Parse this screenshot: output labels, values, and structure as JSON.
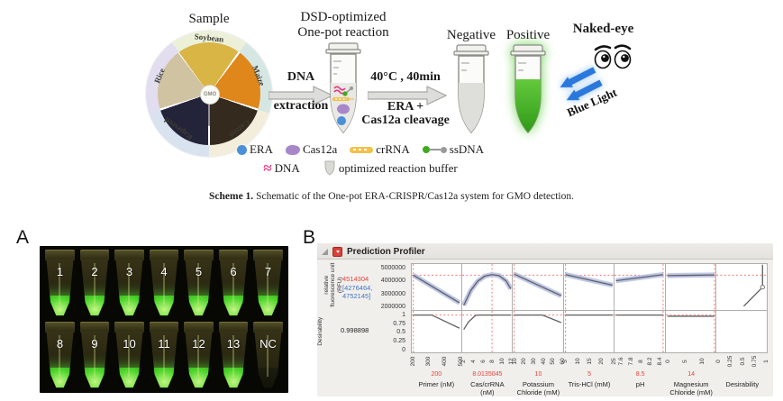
{
  "scheme": {
    "sample_title": "Sample",
    "wheel": {
      "segments": [
        {
          "label": "Soybean"
        },
        {
          "label": "Maize"
        },
        {
          "label": "Cotton"
        },
        {
          "label": "Rapeseed"
        },
        {
          "label": "Rice"
        }
      ],
      "center": "GMO"
    },
    "arrow1": {
      "top": "DNA",
      "bottom": "extraction"
    },
    "onepot": {
      "line1": "DSD-optimized",
      "line2": "One-pot reaction"
    },
    "arrow2": {
      "top": "40°C , 40min",
      "bottom1": "ERA +",
      "bottom2": "Cas12a cleavage"
    },
    "negative_label": "Negative",
    "positive_label": "Positive",
    "naked_eye_label": "Naked-eye",
    "blue_light_label": "Blue Light",
    "legend": {
      "era": "ERA",
      "cas12a": "Cas12a",
      "crrna": "crRNA",
      "ssdna": "ssDNA",
      "dna": "DNA",
      "buffer": "optimized reaction buffer"
    },
    "caption_bold": "Scheme 1.",
    "caption_text": " Schematic of the One-pot ERA-CRISPR/Cas12a system for GMO detection."
  },
  "panel_a": {
    "label": "A",
    "row1": [
      "1",
      "2",
      "3",
      "4",
      "5",
      "6",
      "7"
    ],
    "row2": [
      "8",
      "9",
      "10",
      "11",
      "12",
      "13",
      "NC"
    ]
  },
  "panel_b": {
    "label": "B",
    "title": "Prediction Profiler"
  },
  "chart_data": {
    "type": "line",
    "title": "Prediction Profiler",
    "layout": {
      "grid": "7 factor columns x 2 response rows",
      "crosshairs": "red dotted",
      "ci_band": "blue shaded"
    },
    "response": {
      "label_lines": "relative fluorescence unit (RFU)",
      "predicted": "4514304",
      "ci_line1": "[4276464,",
      "ci_line2": "4752145]",
      "predicted_num": 4514304,
      "yticks": [
        "5000000",
        "4000000",
        "3000000",
        "2000000"
      ],
      "axis_range": [
        1750000,
        5400000
      ]
    },
    "desirability": {
      "label": "Desirability",
      "value": "0.998898",
      "yticks": [
        "1",
        "0.75",
        "0.5",
        "0.25",
        "0"
      ],
      "axis_range": [
        -0.08,
        1.12
      ]
    },
    "factors": [
      {
        "name": "Primer (nM)",
        "current": "200",
        "ticks": [
          "200",
          "300",
          "400",
          "500"
        ],
        "range": [
          200,
          500
        ],
        "rfu_profile": [
          [
            200,
            4520000
          ],
          [
            500,
            2320000
          ]
        ],
        "desir_profile": [
          [
            200,
            1
          ],
          [
            320,
            1
          ],
          [
            500,
            0.62
          ]
        ]
      },
      {
        "name": "Cas/crRNA (nM)",
        "current": "8.0135045",
        "ticks": [
          "2",
          "4",
          "6",
          "8",
          "10",
          "12"
        ],
        "range": [
          2,
          12
        ],
        "rfu_profile": [
          [
            2,
            2120000
          ],
          [
            3.5,
            3300000
          ],
          [
            5,
            4050000
          ],
          [
            6.5,
            4440000
          ],
          [
            8,
            4560000
          ],
          [
            9.5,
            4480000
          ],
          [
            11,
            4060000
          ],
          [
            12,
            3430000
          ]
        ],
        "desir_profile": [
          [
            2,
            0.58
          ],
          [
            3,
            0.8
          ],
          [
            4.5,
            0.99
          ],
          [
            5.5,
            1
          ],
          [
            12,
            1
          ]
        ]
      },
      {
        "name": "Potassium Chloride (mM)",
        "current": "10",
        "ticks": [
          "10",
          "20",
          "30",
          "40",
          "50",
          "60"
        ],
        "range": [
          10,
          60
        ],
        "rfu_profile": [
          [
            10,
            4600000
          ],
          [
            60,
            2880000
          ]
        ],
        "desir_profile": [
          [
            10,
            1
          ],
          [
            40,
            1
          ],
          [
            60,
            0.78
          ]
        ]
      },
      {
        "name": "Tris-HCl (mM)",
        "current": "5",
        "ticks": [
          "5",
          "10",
          "15",
          "20",
          "25"
        ],
        "range": [
          5,
          25
        ],
        "rfu_profile": [
          [
            5,
            4560000
          ],
          [
            25,
            3720000
          ]
        ],
        "desir_profile": [
          [
            5,
            1
          ],
          [
            25,
            1
          ]
        ]
      },
      {
        "name": "pH",
        "current": "8.5",
        "ticks": [
          "7.6",
          "7.8",
          "8",
          "8.2",
          "8.4"
        ],
        "range": [
          7.5,
          8.5
        ],
        "rfu_profile": [
          [
            7.5,
            4080000
          ],
          [
            8.5,
            4560000
          ]
        ],
        "desir_profile": [
          [
            7.5,
            1
          ],
          [
            8.5,
            1
          ]
        ]
      },
      {
        "name": "Magnesium Chloride (mM)",
        "current": "14",
        "ticks": [
          "0",
          "5",
          "10"
        ],
        "range": [
          0,
          14
        ],
        "rfu_profile": [
          [
            0,
            4480000
          ],
          [
            14,
            4530000
          ]
        ],
        "desir_profile": [
          [
            0,
            0.965
          ],
          [
            14,
            0.965
          ]
        ]
      }
    ],
    "desirability_column": {
      "name": "Desirability",
      "ticks": [
        "0",
        "0.25",
        "0.5",
        "0.75",
        "1"
      ],
      "trace_rfu": [
        [
          0.55,
          2050000
        ],
        [
          0.95,
          3560000
        ],
        [
          0.95,
          5350000
        ]
      ],
      "marker": [
        0.95,
        3560000
      ]
    }
  },
  "colors": {
    "crosshair_red": "#f07d75",
    "value_red": "#e8423a",
    "ci_blue_text": "#4472c4",
    "ci_band": "#b9c2e6",
    "trace_gray": "#5f5f5f",
    "fluor_green": "#53d82f",
    "blue_light": "#2b78dd",
    "era_blue": "#4a90d9",
    "cas12a_purple": "#a887c9",
    "crrna_yellow": "#f2c14a",
    "dna_pink": "#e8317f",
    "ssdna_green": "#3faa1e"
  }
}
